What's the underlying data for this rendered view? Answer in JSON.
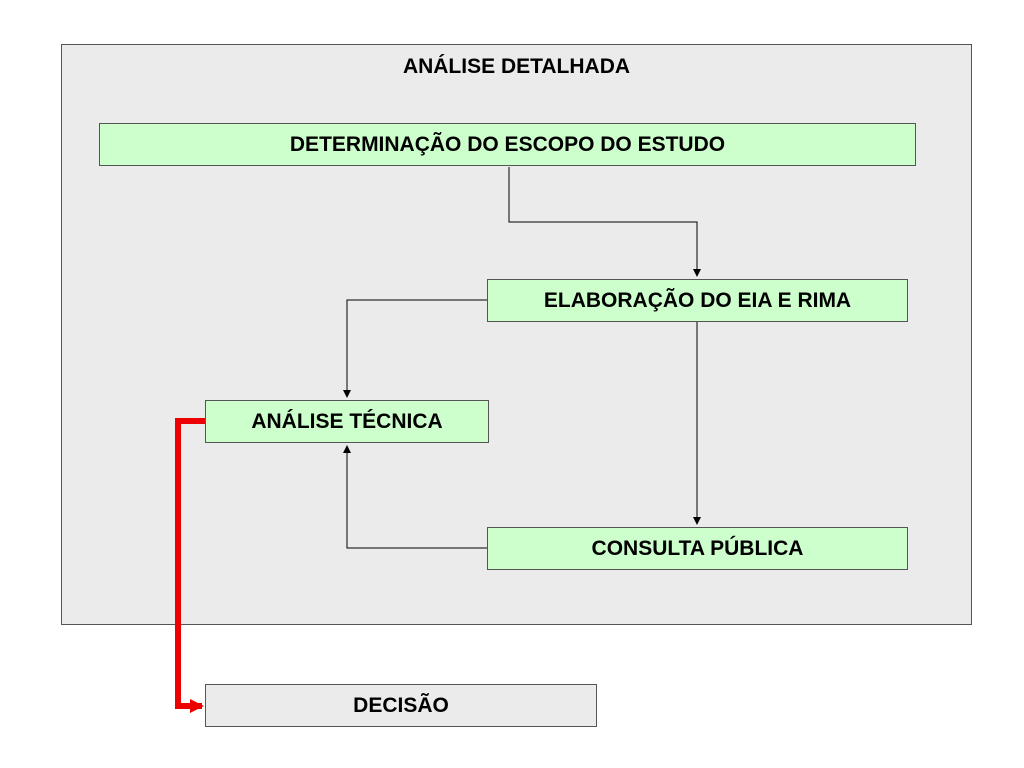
{
  "diagram": {
    "frame_title": "ANÁLISE DETALHADA",
    "nodes": {
      "escopo": "DETERMINAÇÃO DO ESCOPO DO ESTUDO",
      "eia": "ELABORAÇÃO DO EIA E RIMA",
      "tecnica": "ANÁLISE TÉCNICA",
      "consulta": "CONSULTA PÚBLICA",
      "decisao": "DECISÃO"
    },
    "edges": [
      {
        "from": "escopo",
        "to": "eia"
      },
      {
        "from": "eia",
        "to": "tecnica"
      },
      {
        "from": "eia",
        "to": "consulta"
      },
      {
        "from": "consulta",
        "to": "tecnica"
      },
      {
        "from": "tecnica",
        "to": "decisao",
        "emphasis": true
      }
    ],
    "colors": {
      "frame_fill": "#ebebeb",
      "node_fill": "#ccffcc",
      "decision_fill": "#ebebeb",
      "connector": "#000000",
      "emphasis_connector": "#ee0000"
    }
  }
}
